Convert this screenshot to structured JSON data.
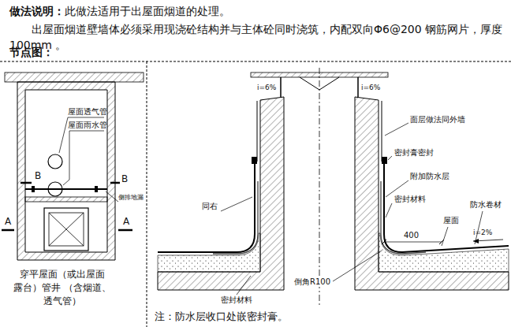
{
  "diagram": {
    "labels": [
      "做法说明：",
      "此做法适用于出屋面烟道的处理。",
      "出屋面烟道壁墙体必须采用现浇砼结构并与主体砼同时浇筑，内配双向Φ6@200 钢筋网片，厚度 100mm 。",
      "节点图：",
      "屋面透气管",
      "屋面雨水管",
      "B",
      "B",
      "侧排地漏",
      "A",
      "A",
      "穿平屋面（或出屋面 露台）管井 （含烟道、透气管）",
      "i=6%",
      "i=6%",
      "面层做法同外墙",
      "密封膏密封",
      "附加防水层",
      "密封材料",
      "防水卷材",
      "屋面",
      "i=2%",
      "400",
      "同右",
      "倒角R100",
      "密封材料",
      "注：防水层收口处嵌密封膏。"
    ]
  }
}
